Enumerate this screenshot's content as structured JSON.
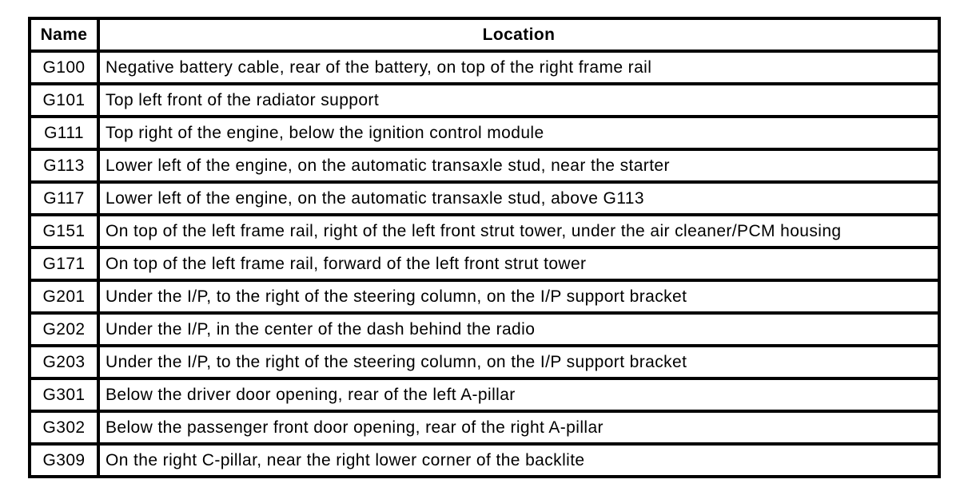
{
  "table": {
    "columns": [
      "Name",
      "Location"
    ],
    "rows": [
      {
        "name": "G100",
        "location": "Negative battery cable, rear of the battery, on top of the right frame rail"
      },
      {
        "name": "G101",
        "location": "Top left front of the radiator support"
      },
      {
        "name": "G111",
        "location": "Top right of the engine, below the ignition control module"
      },
      {
        "name": "G113",
        "location": "Lower left of the engine, on the automatic transaxle stud, near the starter"
      },
      {
        "name": "G117",
        "location": "Lower left of the engine, on the automatic transaxle stud, above G113"
      },
      {
        "name": "G151",
        "location": "On top of the left frame rail, right of the left front strut tower, under the air cleaner/PCM housing"
      },
      {
        "name": "G171",
        "location": "On top of the left frame rail, forward of the left front strut tower"
      },
      {
        "name": "G201",
        "location": "Under the I/P, to the right of the steering column, on the I/P support bracket"
      },
      {
        "name": "G202",
        "location": "Under the I/P, in the center of the dash behind the radio"
      },
      {
        "name": "G203",
        "location": "Under the I/P, to the right of the steering column, on the I/P support bracket"
      },
      {
        "name": "G301",
        "location": "Below the driver door opening, rear of the left A-pillar"
      },
      {
        "name": "G302",
        "location": "Below the passenger front door opening, rear of the right A-pillar"
      },
      {
        "name": "G309",
        "location": "On the right C-pillar, near the right lower corner of the backlite"
      }
    ]
  }
}
